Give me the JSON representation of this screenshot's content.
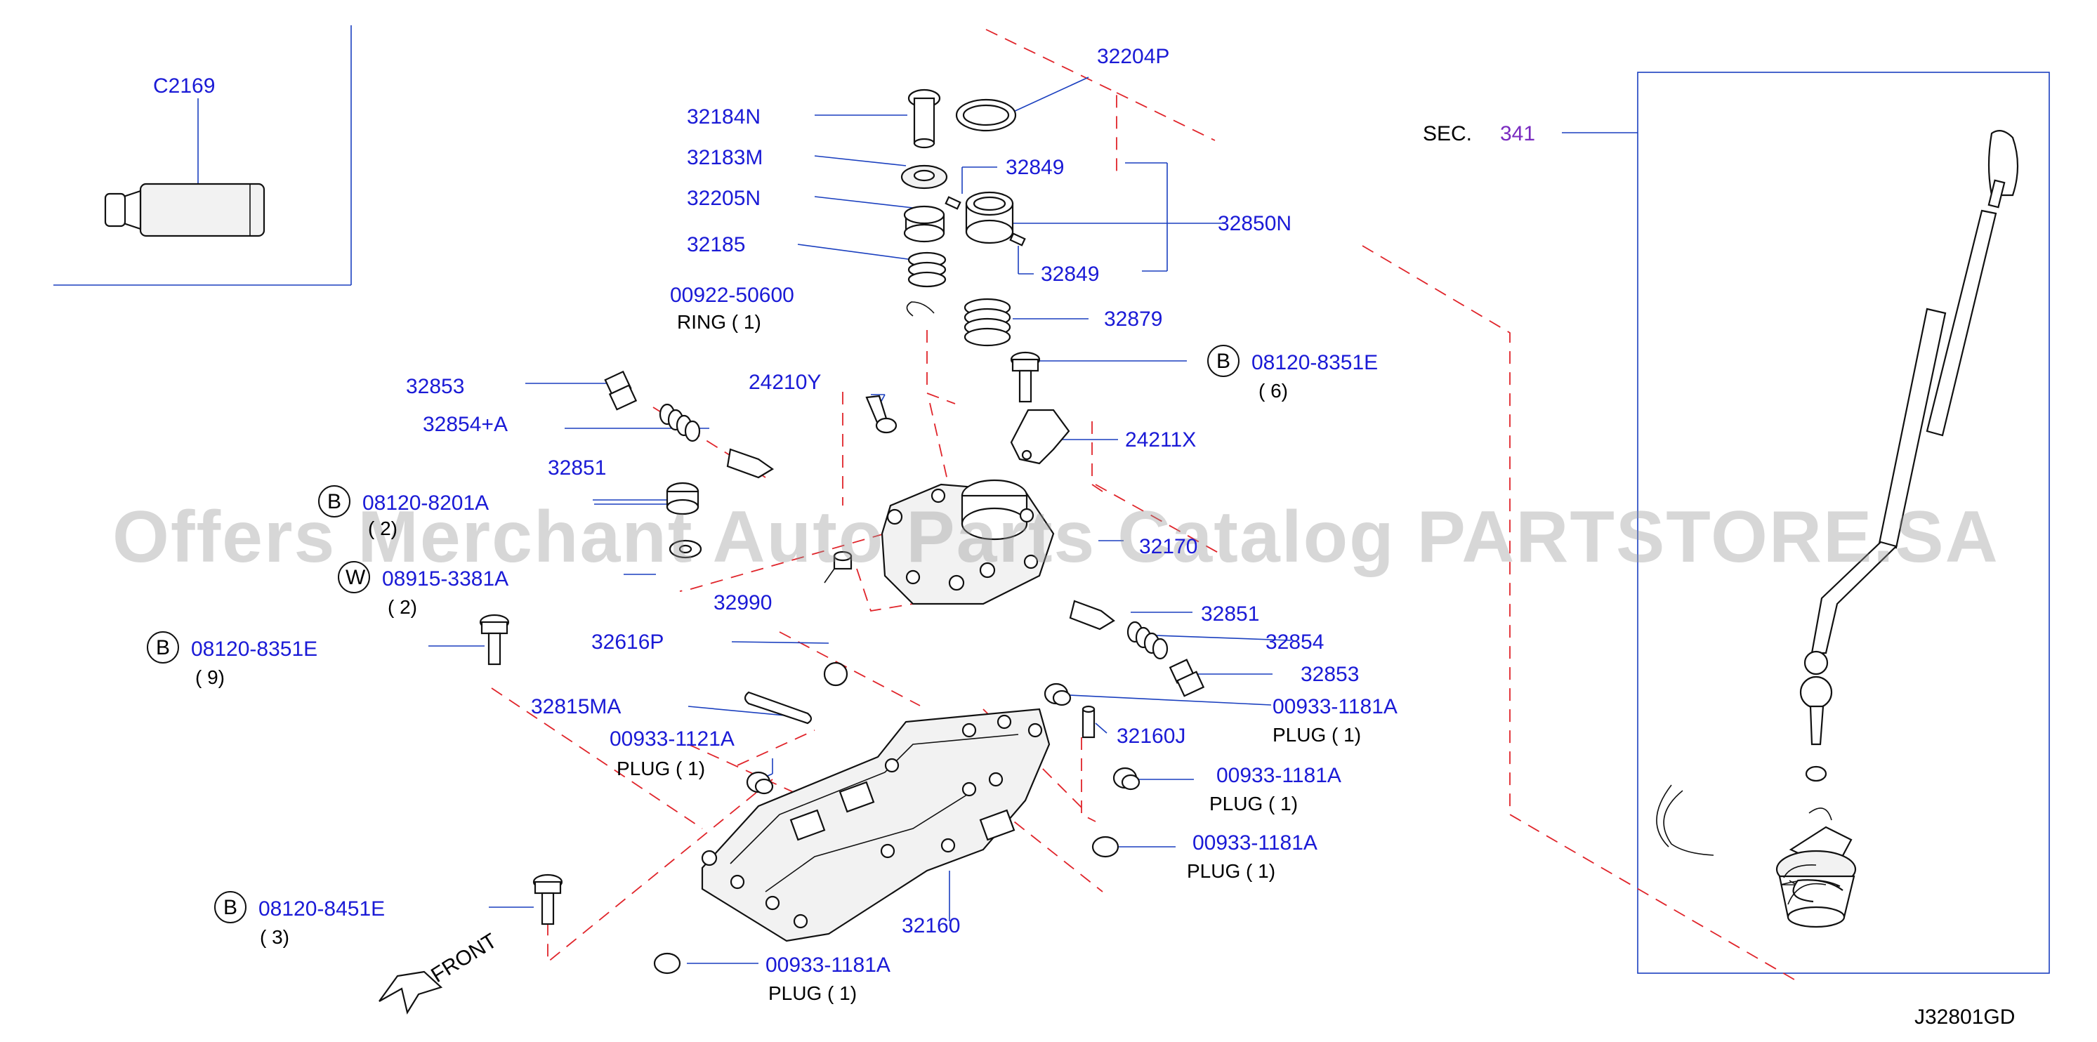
{
  "diagram": {
    "watermark": "Offers Merchant Auto Parts Catalog PARTSTORE.SA",
    "ref_code": "J32801GD",
    "front_label": "FRONT",
    "sec": {
      "label": "SEC.",
      "number": "341"
    },
    "callouts": {
      "c2169": "C2169",
      "p32204P": "32204P",
      "p32184N": "32184N",
      "p32183M": "32183M",
      "p32205N": "32205N",
      "p32185": "32185",
      "p32849a": "32849",
      "p32849b": "32849",
      "p32850N": "32850N",
      "p00922": "00922-50600",
      "p00922_sub": "RING ( 1)",
      "p32879": "32879",
      "b8351e_top": "08120-8351E",
      "b8351e_top_qty": "( 6)",
      "p32853a": "32853",
      "p32854A": "32854+A",
      "p24210Y": "24210Y",
      "p24211X": "24211X",
      "p32851a": "32851",
      "b8201a": "08120-8201A",
      "b8201a_qty": "( 2)",
      "w3381a": "08915-3381A",
      "w3381a_qty": "( 2)",
      "p32170": "32170",
      "p32990": "32990",
      "p32851b": "32851",
      "b8351e_left": "08120-8351E",
      "b8351e_left_qty": "( 9)",
      "p32616P": "32616P",
      "p32854": "32854",
      "p32853b": "32853",
      "p32815MA": "32815MA",
      "plug1181_a": "00933-1181A",
      "plug1181_a_sub": "PLUG ( 1)",
      "p32160J": "32160J",
      "plug1121": "00933-1121A",
      "plug1121_sub": "PLUG ( 1)",
      "plug1181_b": "00933-1181A",
      "plug1181_b_sub": "PLUG ( 1)",
      "plug1181_c": "00933-1181A",
      "plug1181_c_sub": "PLUG ( 1)",
      "b8451e": "08120-8451E",
      "b8451e_qty": "( 3)",
      "p32160": "32160",
      "plug1181_d": "00933-1181A",
      "plug1181_d_sub": "PLUG ( 1)"
    },
    "badges": {
      "b": "B",
      "w": "W"
    }
  }
}
